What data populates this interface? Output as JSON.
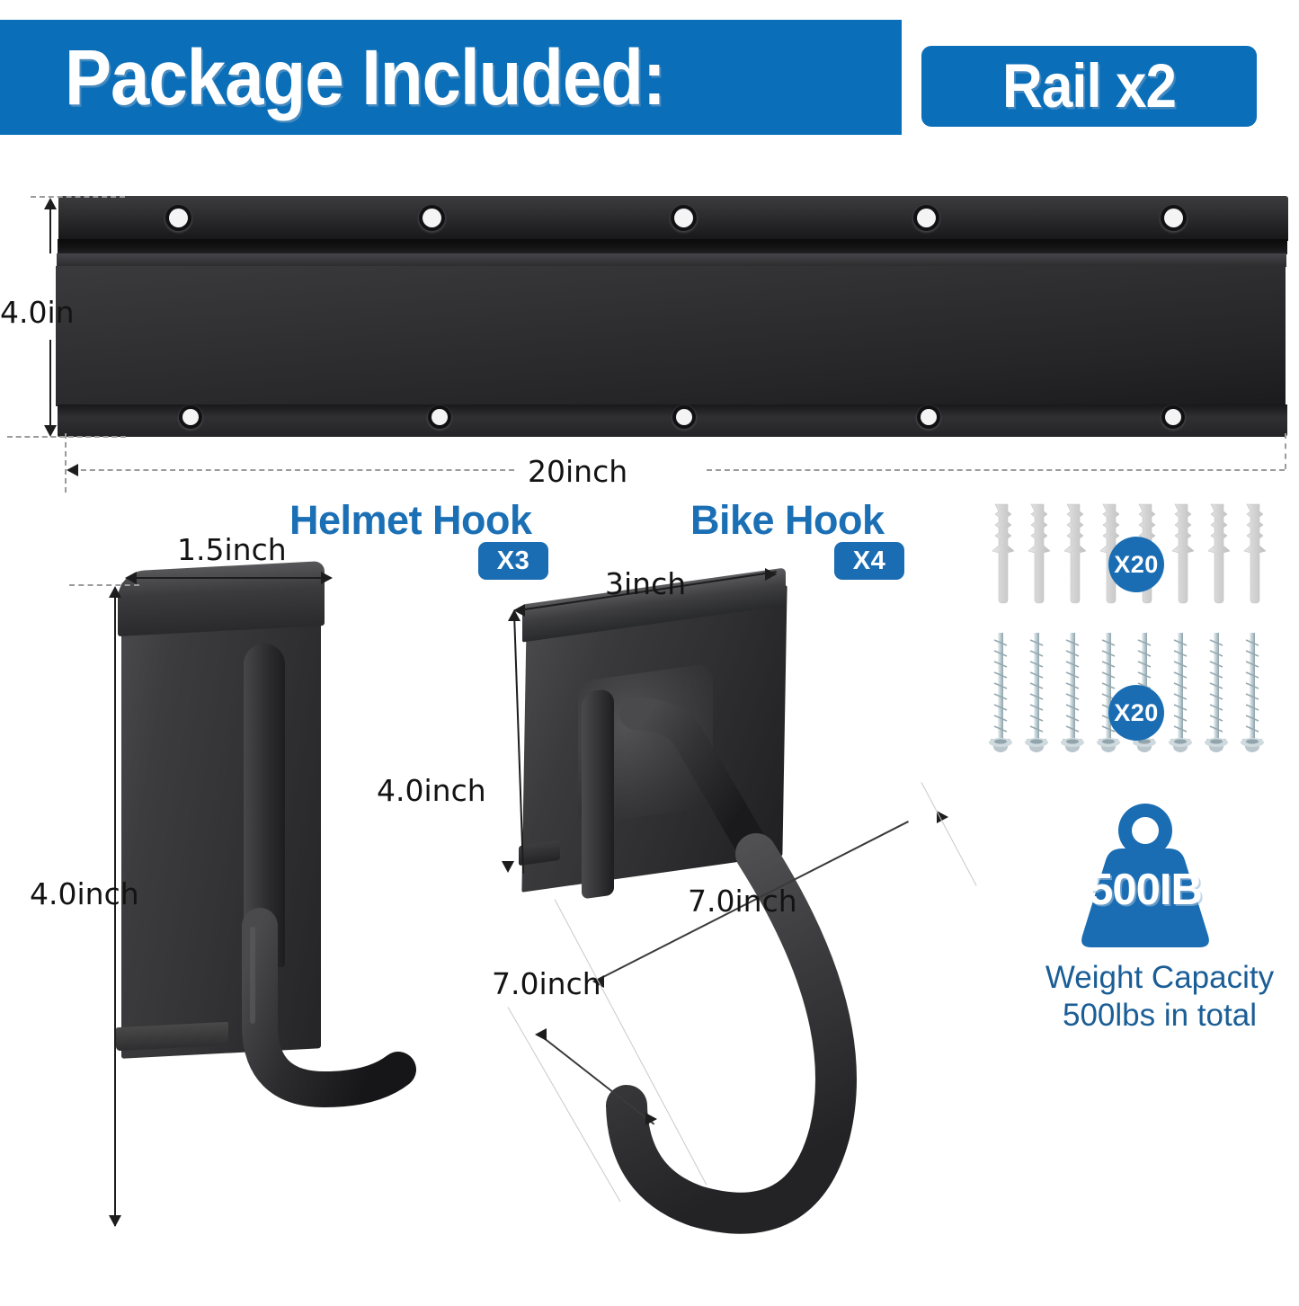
{
  "header": {
    "title": "Package Included:",
    "rail_badge": "Rail x2",
    "banner_color": "#0a6fb8"
  },
  "rail": {
    "name": "Rail",
    "height_label": "4.0in",
    "width_label": "20inch",
    "hole_count_top": 5,
    "hole_count_bottom": 5
  },
  "helmet_hook": {
    "heading": "Helmet Hook",
    "qty_badge": "X3",
    "width_label": "1.5inch",
    "height_label": "4.0inch"
  },
  "bike_hook": {
    "heading": "Bike Hook",
    "qty_badge": "X4",
    "width_label": "3inch",
    "height_label": "4.0inch",
    "depth_label": "7.0inch",
    "drop_label": "7.0inch"
  },
  "hardware": {
    "anchors": {
      "name": "wall-anchors",
      "qty_badge": "X20",
      "shown": 8
    },
    "screws": {
      "name": "screws",
      "qty_badge": "X20",
      "shown": 8
    }
  },
  "weight_capacity": {
    "value": "500IB",
    "line1": "Weight Capacity",
    "line2": "500lbs in total",
    "accent_color": "#1a6db3",
    "text_color": "#1b5e96"
  }
}
